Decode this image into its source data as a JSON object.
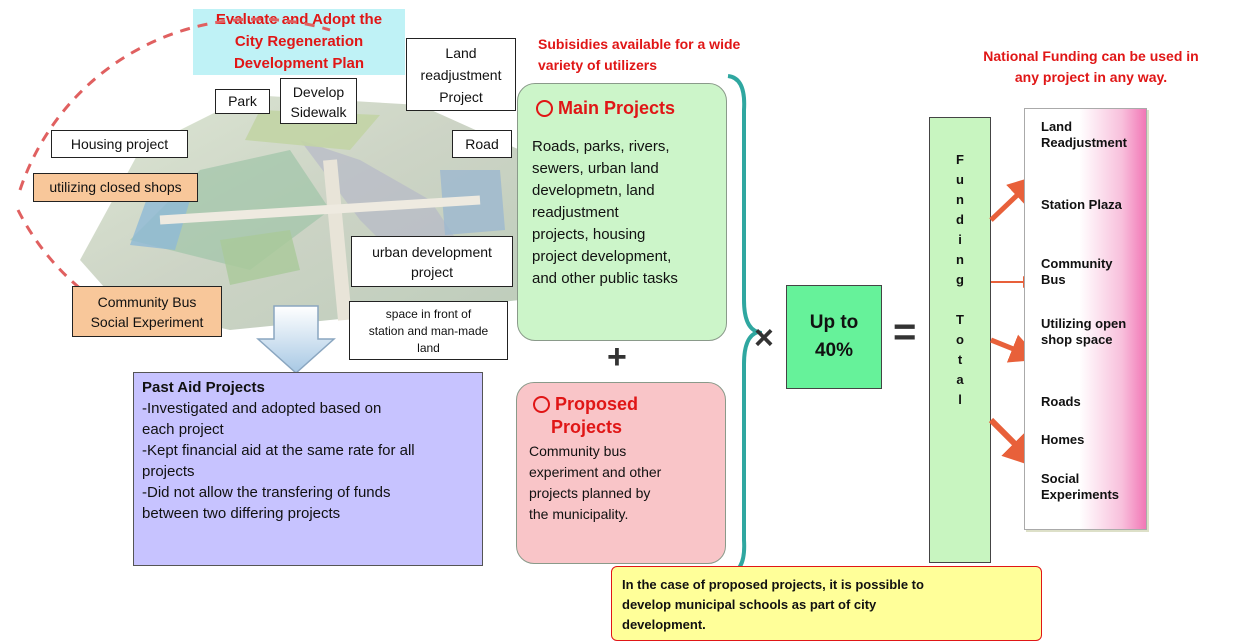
{
  "header": {
    "evaluate_line1": "Evaluate and Adopt the",
    "evaluate_line2": "City Regeneration",
    "evaluate_line3": "Development Plan",
    "subsidies_line1": "Subisidies available for a wide",
    "subsidies_line2": "variety of utilizers",
    "national_line1": "National Funding can be used in",
    "national_line2": "any project in any way."
  },
  "illustration_labels": {
    "land_readjustment": "Land\nreadjustment\nProject",
    "park": "Park",
    "develop_sidewalk": "Develop\nSidewalk",
    "housing_project": "Housing project",
    "road": "Road",
    "closed_shops": "utilizing closed shops",
    "urban_development": "urban development\nproject",
    "community_bus": "Community Bus\nSocial Experiment",
    "station_space": "space in front of\nstation and man-made\nland"
  },
  "past_aid": {
    "title": "Past Aid Projects",
    "body": "-Investigated and adopted based on\neach project\n-Kept financial aid at the same rate for all\nprojects\n-Did not allow the transfering of funds\nbetween two differing projects"
  },
  "main_projects": {
    "title": "Main Projects",
    "body": "Roads, parks, rivers,\nsewers, urban land\ndevelopmetn, land\nreadjustment\nprojects, housing\nproject development,\nand other public tasks"
  },
  "plus": "+",
  "proposed_projects": {
    "title_line1": "Proposed",
    "title_line2": "Projects",
    "body": "Community bus\nexperiment and other\nprojects planned by\nthe municipality."
  },
  "note": "In the case of proposed projects, it is possible to\ndevelop municipal schools as part of city\ndevelopment.",
  "times": "×",
  "rate": "Up to\n40%",
  "equals": "=",
  "funding_total": "F\nu\nn\nd\ni\nn\ng\n\nT\no\nt\na\nl",
  "funding_uses": [
    "Land\nReadjustment",
    "Station Plaza",
    "Community\nBus",
    "Utilizing open\nshop space",
    "Roads",
    "Homes",
    "Social\nExperiments"
  ],
  "colors": {
    "red": "#e01616",
    "main_green": "#ccf5c9",
    "proposed_pink": "#f9c5c8",
    "past_aid_blue": "#c7c3ff",
    "rate_green": "#66f29a",
    "funding_green": "#c8f5c0",
    "note_yellow": "#ffff99",
    "label_orange": "#f8c79a",
    "heading_cyan": "#bff2f6",
    "arrow_orange": "#e8603a"
  }
}
